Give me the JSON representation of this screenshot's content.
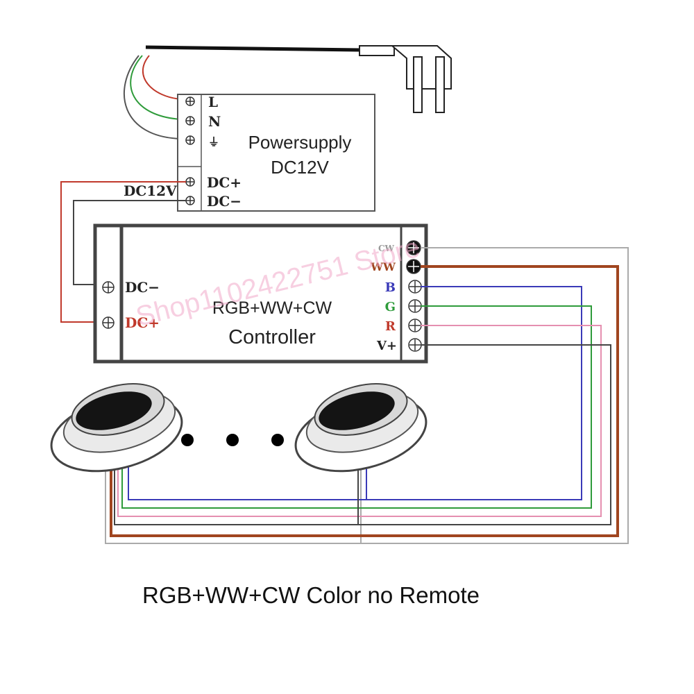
{
  "power_supply": {
    "title_line1": "Powersupply",
    "title_line2": "DC12V",
    "terminal_labels": [
      "L",
      "N",
      "⏚",
      "DC+",
      "DC−"
    ]
  },
  "dc_label": "DC12V",
  "controller": {
    "title_line1": "RGB+WW+CW",
    "title_line2": "Controller",
    "input_labels": [
      "DC−",
      "DC+"
    ],
    "output_labels": [
      "CW",
      "WW",
      "B",
      "G",
      "R",
      "V+"
    ]
  },
  "ellipsis": "• • •",
  "watermark": "Shop1102422751 Store",
  "caption": "RGB+WW+CW Color no Remote",
  "colors": {
    "red": "#c0392b",
    "green": "#2e9b3a",
    "blue": "#3a3ab8",
    "brown": "#a0451f",
    "gray": "#999999",
    "pink": "#e58fb0",
    "watermark": "#f0a8c8"
  }
}
